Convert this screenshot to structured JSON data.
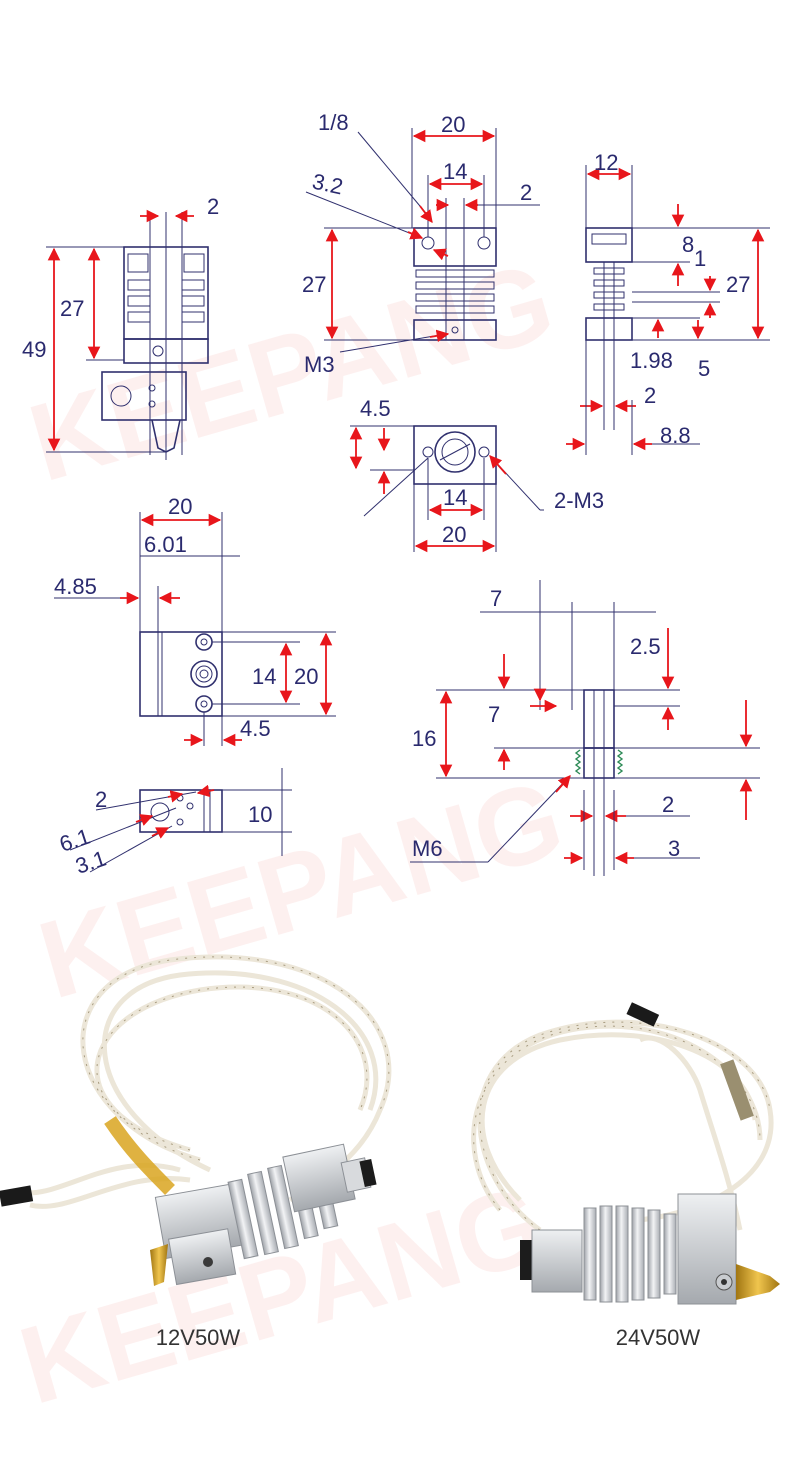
{
  "watermark": "KEEPANG",
  "colors": {
    "dimension_text": "#2a2a6e",
    "arrow": "#e8161b",
    "outline": "#30306e",
    "caption": "#333333"
  },
  "views": {
    "side": {
      "d_nozzle": "2",
      "d_heatsink_h": "27",
      "d_total_h": "49"
    },
    "front": {
      "d_width": "20",
      "d_hole": "1/8",
      "d_spacing": "14",
      "d_slot": "2",
      "d_dia": "3.2",
      "d_height": "27",
      "d_thread": "M3"
    },
    "right": {
      "d_width": "12",
      "d_top": "8",
      "d_gap": "1",
      "d_height": "27",
      "d_lower": "1.98",
      "d_base": "5",
      "d_tube": "2",
      "d_offset": "8.8"
    },
    "top": {
      "d_edge": "4.5",
      "d_spacing": "14",
      "d_width": "20",
      "d_holes": "2-M3"
    },
    "block": {
      "d_width": "20",
      "d_inner": "6.01",
      "d_edge": "4.85",
      "d_spacing": "14",
      "d_height": "20",
      "d_bottom": "4.5"
    },
    "block_side": {
      "d_small": "2",
      "d_dia1": "6.1",
      "d_dia2": "3.1",
      "d_height": "10"
    },
    "throat": {
      "d_top": "7",
      "d_upper": "2.5",
      "d_step": "7",
      "d_length": "16",
      "d_bore": "2",
      "d_outer": "3",
      "d_thread": "M6"
    }
  },
  "products": [
    {
      "caption": "12V50W"
    },
    {
      "caption": "24V50W"
    }
  ]
}
